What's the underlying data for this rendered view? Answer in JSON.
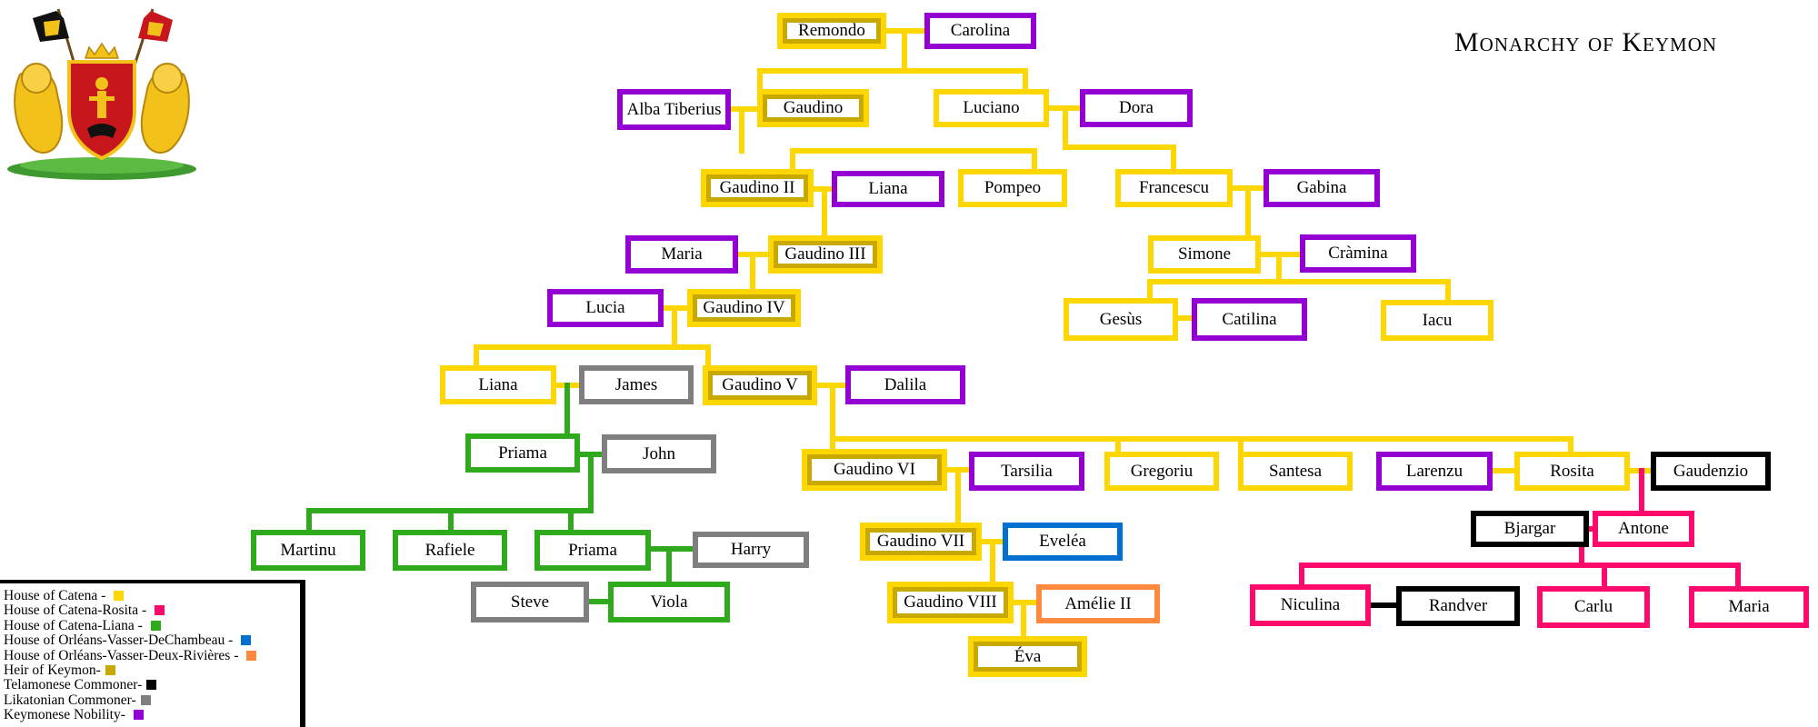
{
  "title": "Monarchy of Keymon",
  "colors": {
    "catena": "#FFD700",
    "heir_inner": "#C9A800",
    "nobility": "#9400D3",
    "liana": "#2EAA1C",
    "rosita": "#FF0A6C",
    "likatonian": "#7F7F7F",
    "telamonese": "#000000",
    "dechambeau": "#0070D0",
    "deuxrivieres": "#FF8A3D"
  },
  "coat_of_arms": {
    "icon": "coat-of-arms-icon"
  },
  "people": [
    {
      "id": "remondo",
      "name": "Remondo",
      "type": "heir"
    },
    {
      "id": "carolina",
      "name": "Carolina",
      "type": "nobility"
    },
    {
      "id": "alba",
      "name": "Alba Tiberius",
      "type": "nobility"
    },
    {
      "id": "gaudino1",
      "name": "Gaudino",
      "type": "heir"
    },
    {
      "id": "luciano",
      "name": "Luciano",
      "type": "catena"
    },
    {
      "id": "dora",
      "name": "Dora",
      "type": "nobility"
    },
    {
      "id": "gaudino2",
      "name": "Gaudino II",
      "type": "heir"
    },
    {
      "id": "liana1",
      "name": "Liana",
      "type": "nobility"
    },
    {
      "id": "pompeo",
      "name": "Pompeo",
      "type": "catena"
    },
    {
      "id": "francescu",
      "name": "Francescu",
      "type": "catena"
    },
    {
      "id": "gabina",
      "name": "Gabina",
      "type": "nobility"
    },
    {
      "id": "maria1",
      "name": "Maria",
      "type": "nobility"
    },
    {
      "id": "gaudino3",
      "name": "Gaudino III",
      "type": "heir"
    },
    {
      "id": "simone",
      "name": "Simone",
      "type": "catena"
    },
    {
      "id": "cramina",
      "name": "Cràmina",
      "type": "nobility"
    },
    {
      "id": "lucia",
      "name": "Lucia",
      "type": "nobility"
    },
    {
      "id": "gaudino4",
      "name": "Gaudino IV",
      "type": "heir"
    },
    {
      "id": "gesus",
      "name": "Gesùs",
      "type": "catena"
    },
    {
      "id": "catilina",
      "name": "Catilina",
      "type": "nobility"
    },
    {
      "id": "iacu",
      "name": "Iacu",
      "type": "catena"
    },
    {
      "id": "liana2",
      "name": "Liana",
      "type": "catena"
    },
    {
      "id": "james",
      "name": "James",
      "type": "likatonian"
    },
    {
      "id": "gaudino5",
      "name": "Gaudino V",
      "type": "heir"
    },
    {
      "id": "dalila",
      "name": "Dalila",
      "type": "nobility"
    },
    {
      "id": "priama1",
      "name": "Priama",
      "type": "liana"
    },
    {
      "id": "john",
      "name": "John",
      "type": "likatonian"
    },
    {
      "id": "gaudino6",
      "name": "Gaudino VI",
      "type": "heir"
    },
    {
      "id": "tarsilia",
      "name": "Tarsilia",
      "type": "nobility"
    },
    {
      "id": "gregoriu",
      "name": "Gregoriu",
      "type": "catena"
    },
    {
      "id": "santesa",
      "name": "Santesa",
      "type": "catena"
    },
    {
      "id": "larenzu",
      "name": "Larenzu",
      "type": "nobility"
    },
    {
      "id": "rosita",
      "name": "Rosita",
      "type": "catena"
    },
    {
      "id": "gaudenzio",
      "name": "Gaudenzio",
      "type": "telamonese"
    },
    {
      "id": "martinu",
      "name": "Martinu",
      "type": "liana"
    },
    {
      "id": "rafiele",
      "name": "Rafiele",
      "type": "liana"
    },
    {
      "id": "priama2",
      "name": "Priama",
      "type": "liana"
    },
    {
      "id": "harry",
      "name": "Harry",
      "type": "likatonian"
    },
    {
      "id": "gaudino7",
      "name": "Gaudino VII",
      "type": "heir"
    },
    {
      "id": "evelea",
      "name": "Eveléa",
      "type": "dechambeau"
    },
    {
      "id": "bjargar",
      "name": "Bjargar",
      "type": "telamonese"
    },
    {
      "id": "antone",
      "name": "Antone",
      "type": "rosita"
    },
    {
      "id": "steve",
      "name": "Steve",
      "type": "likatonian"
    },
    {
      "id": "viola",
      "name": "Viola",
      "type": "liana"
    },
    {
      "id": "gaudino8",
      "name": "Gaudino VIII",
      "type": "heir"
    },
    {
      "id": "amelie",
      "name": "Amélie II",
      "type": "deuxrivieres"
    },
    {
      "id": "niculina",
      "name": "Niculina",
      "type": "rosita"
    },
    {
      "id": "randver",
      "name": "Randver",
      "type": "telamonese"
    },
    {
      "id": "carlu",
      "name": "Carlu",
      "type": "rosita"
    },
    {
      "id": "maria2",
      "name": "Maria",
      "type": "rosita"
    },
    {
      "id": "eva",
      "name": "Éva",
      "type": "heir"
    }
  ],
  "legend": [
    {
      "label": "House of Catena - ",
      "color": "#FFD700"
    },
    {
      "label": "House of Catena-Rosita - ",
      "color": "#FF0A6C"
    },
    {
      "label": "House of Catena-Liana - ",
      "color": "#2EAA1C"
    },
    {
      "label": "House of Orléans-Vasser-DeChambeau - ",
      "color": "#0070D0"
    },
    {
      "label": "House of Orléans-Vasser-Deux-Rivières - ",
      "color": "#FF8A3D"
    },
    {
      "label": "Heir of Keymon-",
      "color": "#C9A800"
    },
    {
      "label": "Telamonese Commoner-",
      "color": "#000000"
    },
    {
      "label": "Likatonian Commoner-",
      "color": "#7F7F7F"
    },
    {
      "label": "Keymonese Nobility- ",
      "color": "#9400D3"
    }
  ]
}
